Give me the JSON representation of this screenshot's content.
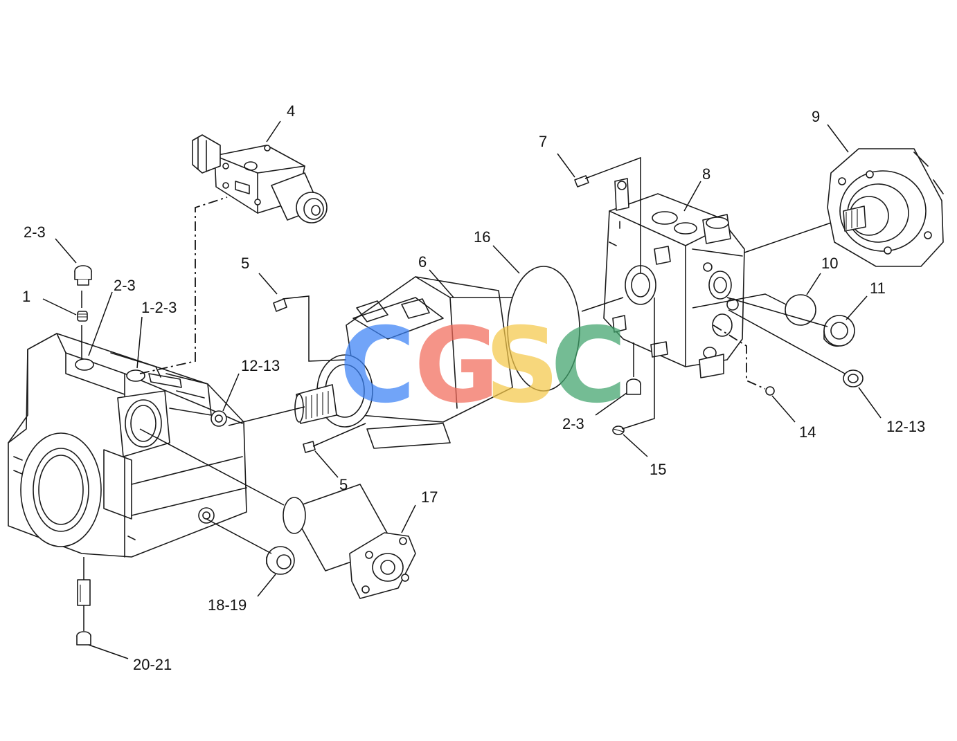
{
  "callouts": {
    "c_2_3_a": "2-3",
    "c_1": "1",
    "c_2_3_b": "2-3",
    "c_1_2_3": "1-2-3",
    "c_4": "4",
    "c_5_top": "5",
    "c_6": "6",
    "c_16": "16",
    "c_7": "7",
    "c_8": "8",
    "c_9": "9",
    "c_10": "10",
    "c_11": "11",
    "c_12_13_a": "12-13",
    "c_12_13_b": "12-13",
    "c_14": "14",
    "c_15": "15",
    "c_2_3_c": "2-3",
    "c_5_bottom": "5",
    "c_17": "17",
    "c_18_19": "18-19",
    "c_20_21": "20-21"
  },
  "watermark": {
    "letters": [
      "C",
      "G",
      "S",
      "C"
    ],
    "colors": [
      "#3b82f6",
      "#f26b5b",
      "#f5c84a",
      "#3fa36b"
    ]
  }
}
